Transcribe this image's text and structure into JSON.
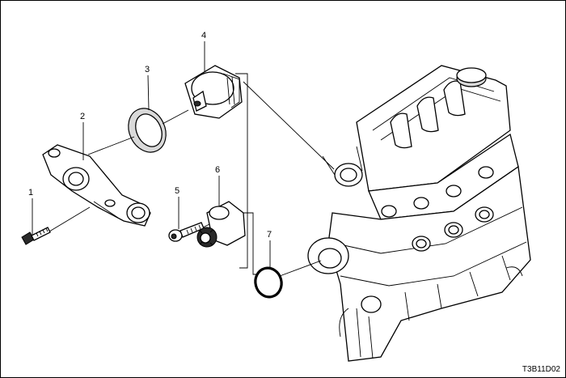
{
  "figure": {
    "reference_code": "T3B11D02",
    "callouts": [
      {
        "id": "1",
        "label": "1"
      },
      {
        "id": "2",
        "label": "2"
      },
      {
        "id": "3",
        "label": "3"
      },
      {
        "id": "4",
        "label": "4"
      },
      {
        "id": "5",
        "label": "5"
      },
      {
        "id": "6",
        "label": "6"
      },
      {
        "id": "7",
        "label": "7"
      }
    ]
  },
  "colors": {
    "line": "#000000",
    "background": "#ffffff"
  }
}
